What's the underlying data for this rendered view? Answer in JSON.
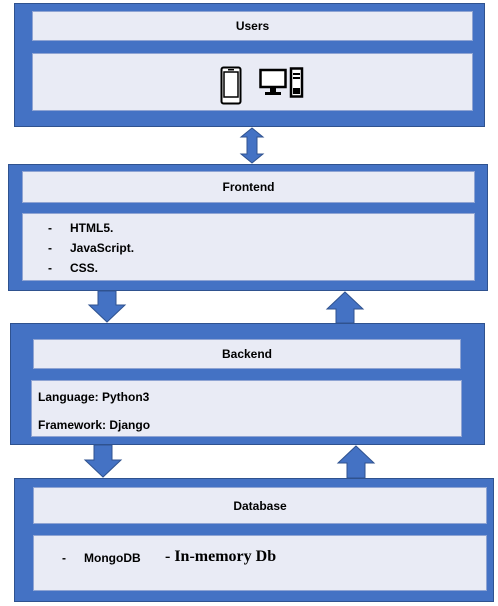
{
  "users": {
    "title": "Users",
    "icons": [
      "mobile-phone-icon",
      "desktop-computer-icon"
    ]
  },
  "frontend": {
    "title": "Frontend",
    "items": [
      "HTML5.",
      "JavaScript.",
      "CSS."
    ],
    "bullet": "-"
  },
  "backend": {
    "title": "Backend",
    "language": "Language: Python3",
    "framework": "Framework: Django"
  },
  "database": {
    "title": "Database",
    "items": [
      "MongoDB",
      "In-memory Db"
    ],
    "bullet": "-"
  },
  "colors": {
    "layer_fill": "#4472c4",
    "pane_fill": "#e9ebf5",
    "arrow_fill": "#4472c4"
  }
}
